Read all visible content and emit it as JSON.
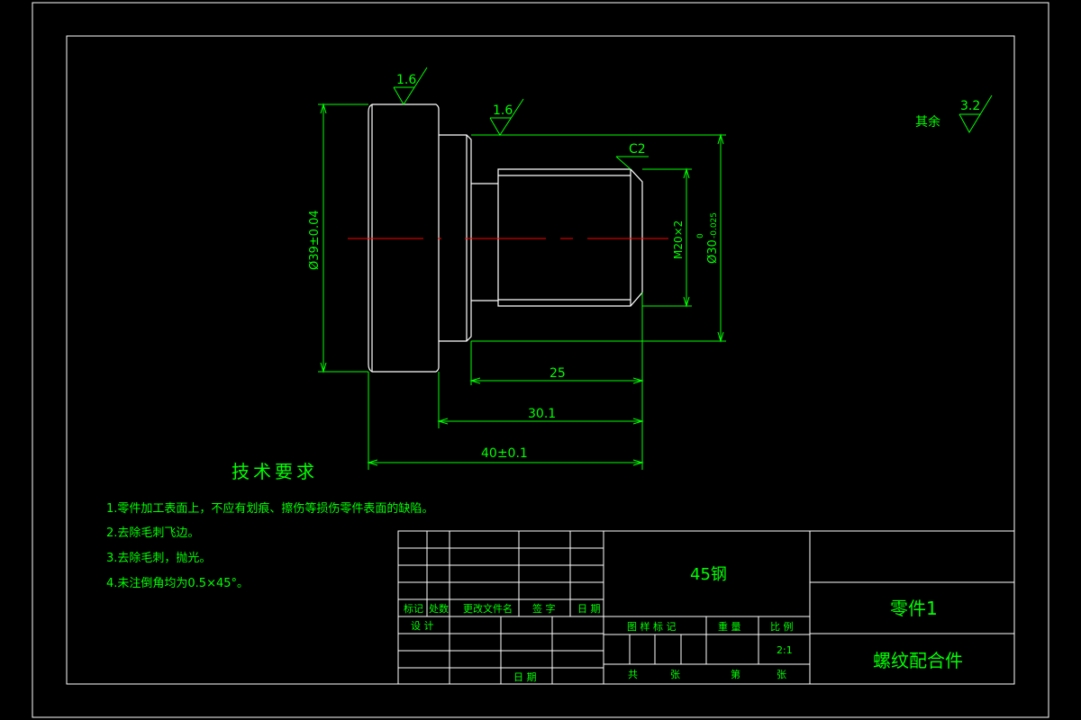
{
  "colors": {
    "background": "#000000",
    "frame": "#ffffff",
    "text": "#00ff00",
    "center_line": "#ff0000"
  },
  "surface_finish": {
    "left_face": "1.6",
    "shoulder": "1.6",
    "general_label": "其余",
    "general_value": "3.2"
  },
  "chamfer_label": "C2",
  "dimensions": {
    "dia_left": "Ø39±0.04",
    "thread": "M20×2",
    "dia_right": "Ø30",
    "dia_right_tol_upper": "0",
    "dia_right_tol_lower": "-0.025",
    "len_25": "25",
    "len_30": "30.1",
    "len_40": "40±0.1"
  },
  "tech_req": {
    "title": "技术要求",
    "items": [
      "1.零件加工表面上，不应有划痕、擦伤等损伤零件表面的缺陷。",
      "2.去除毛刺飞边。",
      "3.去除毛刺，抛光。",
      "4.未注倒角均为0.5×45°。"
    ]
  },
  "title_block": {
    "material": "45钢",
    "part_name": "零件1",
    "assembly_name": "螺纹配合件",
    "rev_headers": [
      "标记",
      "处数",
      "更改文件名",
      "签 字",
      "日 期"
    ],
    "design_label": "设 计",
    "date_label": "日 期",
    "stage_label": "图 样 标 记",
    "weight_label": "重 量",
    "scale_label": "比 例",
    "scale_value": "2:1",
    "sheets_total_label": "共",
    "sheets_unit_1": "张",
    "sheets_index_label": "第",
    "sheets_unit_2": "张"
  }
}
